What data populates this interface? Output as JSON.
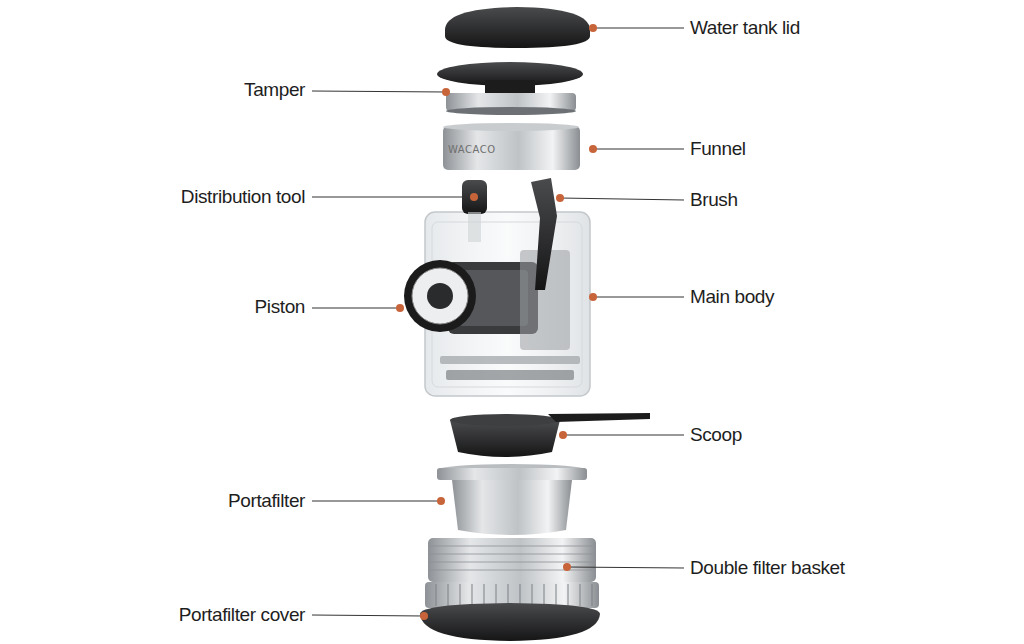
{
  "diagram": {
    "labels": [
      "Water tank lid",
      "Tamper",
      "Funnel",
      "Distribution tool",
      "Brush",
      "Piston",
      "Main body",
      "Scoop",
      "Portafilter",
      "Double filter basket",
      "Portafilter cover",
      "WACACO"
    ]
  }
}
